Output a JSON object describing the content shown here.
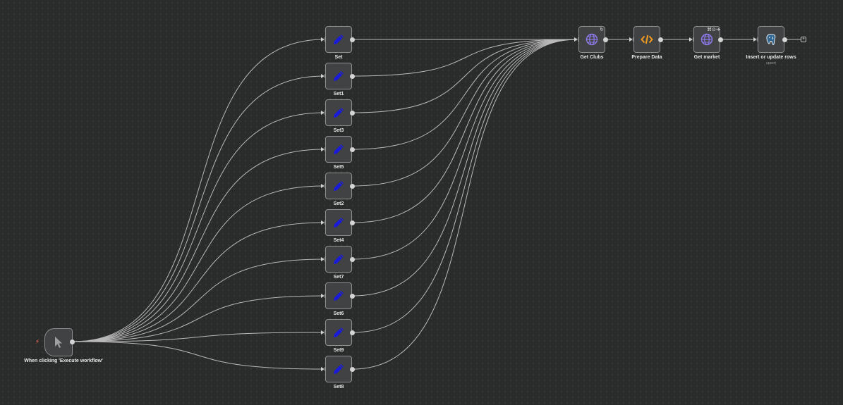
{
  "canvas": {
    "background": "#2a2b2b",
    "edge_color": "#b9b9b9",
    "accent_color": "#ff6d5a"
  },
  "trigger": {
    "label": "When clicking 'Execute workflow'",
    "icon": "mouse-pointer-icon"
  },
  "set_nodes": [
    {
      "label": "Set",
      "icon": "pencil-icon"
    },
    {
      "label": "Set1",
      "icon": "pencil-icon"
    },
    {
      "label": "Set3",
      "icon": "pencil-icon"
    },
    {
      "label": "Set5",
      "icon": "pencil-icon"
    },
    {
      "label": "Set2",
      "icon": "pencil-icon"
    },
    {
      "label": "Set4",
      "icon": "pencil-icon"
    },
    {
      "label": "Set7",
      "icon": "pencil-icon"
    },
    {
      "label": "Set6",
      "icon": "pencil-icon"
    },
    {
      "label": "Set9",
      "icon": "pencil-icon"
    },
    {
      "label": "Set8",
      "icon": "pencil-icon"
    }
  ],
  "pipeline": [
    {
      "label": "Get Clubs",
      "icon": "globe-icon",
      "badge": "↻",
      "badge_icon": "loop-icon",
      "sublabel": ""
    },
    {
      "label": "Prepare Data",
      "icon": "code-icon",
      "badge": "",
      "sublabel": ""
    },
    {
      "label": "Get market",
      "icon": "globe-icon",
      "badge": "⌘⊙➔",
      "badge_icon": "pin-icon",
      "sublabel": ""
    },
    {
      "label": "Insert or update rows",
      "icon": "postgres-icon",
      "badge": "",
      "sublabel": "upsert"
    }
  ],
  "add_node": "+"
}
